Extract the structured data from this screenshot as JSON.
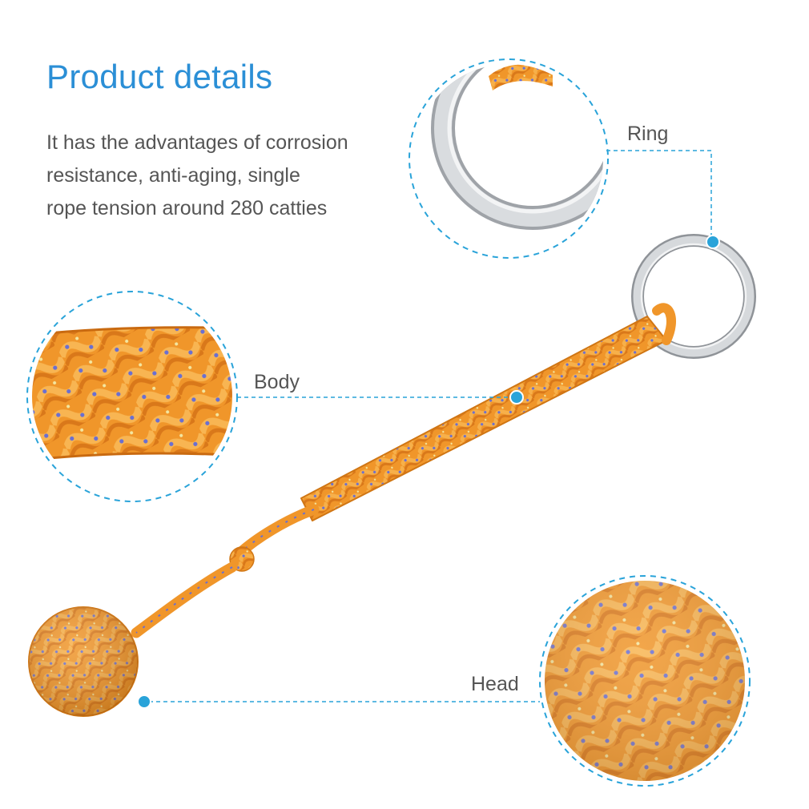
{
  "heading": "Product details",
  "description": [
    "It has the advantages of corrosion",
    "resistance, anti-aging, single",
    "rope tension around 280 catties"
  ],
  "callouts": {
    "ring": "Ring",
    "body": "Body",
    "head": "Head"
  },
  "colors": {
    "accent": "#2b8fd6",
    "callout_line": "#29a3d9",
    "rope": "#f0962a",
    "rope_stripe": "#6a6fd1",
    "ring": "#c9ccd0",
    "text": "#555555"
  }
}
